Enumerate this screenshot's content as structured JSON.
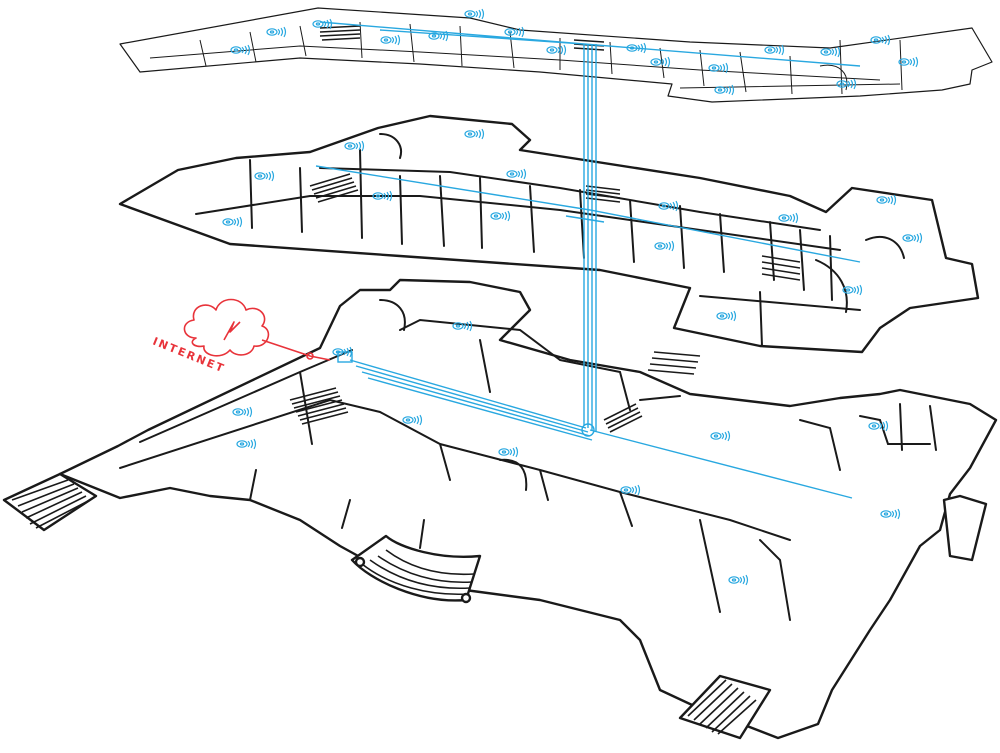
{
  "diagram": {
    "internet_label": "INTERNET",
    "colors": {
      "walls": "#1a1a1a",
      "network": "#29a8e0",
      "internet": "#e8333a",
      "background": "#ffffff"
    },
    "icons": [
      "wifi-access-point-icon",
      "cloud-icon",
      "lightning-icon"
    ],
    "floors": [
      "top-floor",
      "middle-floor",
      "ground-floor"
    ]
  }
}
